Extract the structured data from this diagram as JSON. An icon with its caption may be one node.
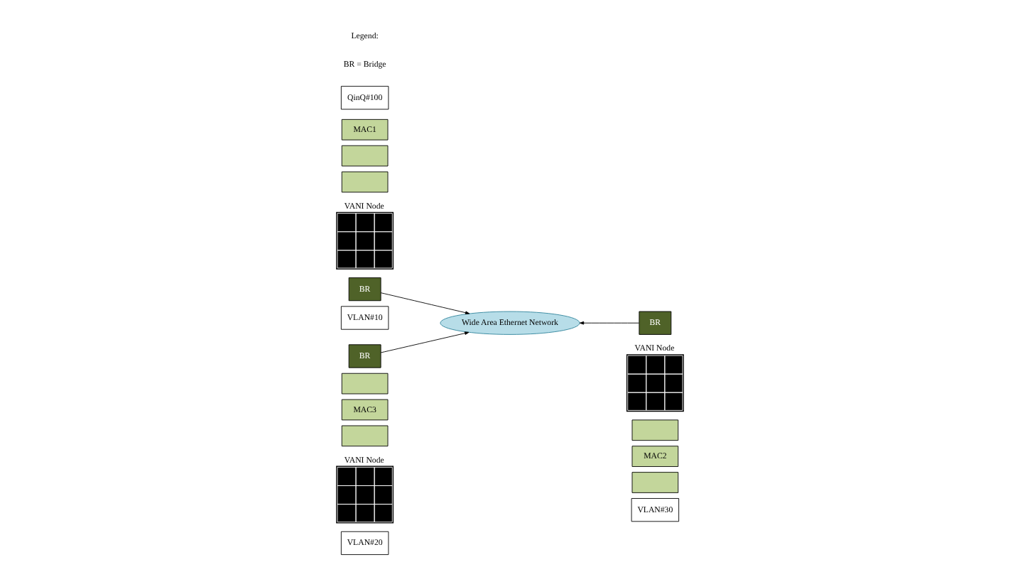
{
  "diagram": {
    "nodes": [
      {
        "text": [
          "Wide Area Ethernet Network"
        ]
      },
      {
        "text": [
          "MAC1"
        ]
      },
      {
        "text": [],
        "shape": "box"
      },
      {
        "text": [],
        "shape": "box"
      },
      {
        "text": [
          "VANI Node"
        ]
      },
      {
        "text": [
          "BR"
        ]
      },
      {
        "text": [
          "VLAN#10"
        ]
      },
      {
        "text": [
          "QinQ#100"
        ]
      },
      {
        "text": [
          "BR"
        ]
      },
      {
        "text": [
          "VANI Node"
        ]
      },
      {
        "text": [],
        "shape": "box"
      },
      {
        "text": [
          "MAC2"
        ]
      },
      {
        "text": [],
        "shape": "box"
      },
      {
        "text": [
          "VLAN#30"
        ]
      },
      {
        "text": [
          "BR"
        ]
      },
      {
        "text": [],
        "shape": "box"
      },
      {
        "text": [
          "MAC3"
        ]
      },
      {
        "text": [],
        "shape": "box"
      },
      {
        "text": [
          "VANI Node"
        ]
      },
      {
        "text": [
          "VLAN#20"
        ]
      }
    ],
    "edges": [
      {
        "from": 5,
        "to": 0,
        "arrow": "to"
      },
      {
        "from": 8,
        "to": 0,
        "arrow": "to"
      },
      {
        "from": 14,
        "to": 0,
        "arrow": "to"
      }
    ],
    "labels": [
      "Legend:",
      "BR = Bridge"
    ]
  }
}
